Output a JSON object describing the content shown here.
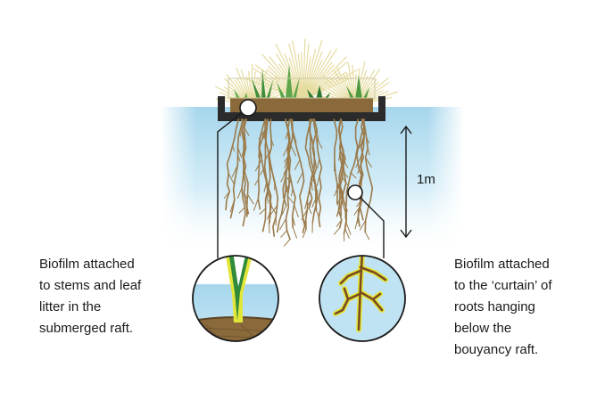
{
  "depth_label": "1m",
  "captions": {
    "left": [
      "Biofilm attached",
      "to stems and leaf",
      "litter in the",
      "submerged raft."
    ],
    "right": [
      "Biofilm attached",
      "to the ‘curtain’ of",
      "roots hanging",
      "below the",
      "bouyancy raft."
    ]
  },
  "colors": {
    "water_top": "#a9d8ee",
    "water_fade": "#ffffff",
    "raft": "#2b2b2b",
    "soil": "#8a6a3a",
    "root": "#9b7a4a",
    "fan_leaf": "#e8dca0",
    "green_leaf": "#3f8f3a",
    "biofilm": "#e3e63a"
  }
}
